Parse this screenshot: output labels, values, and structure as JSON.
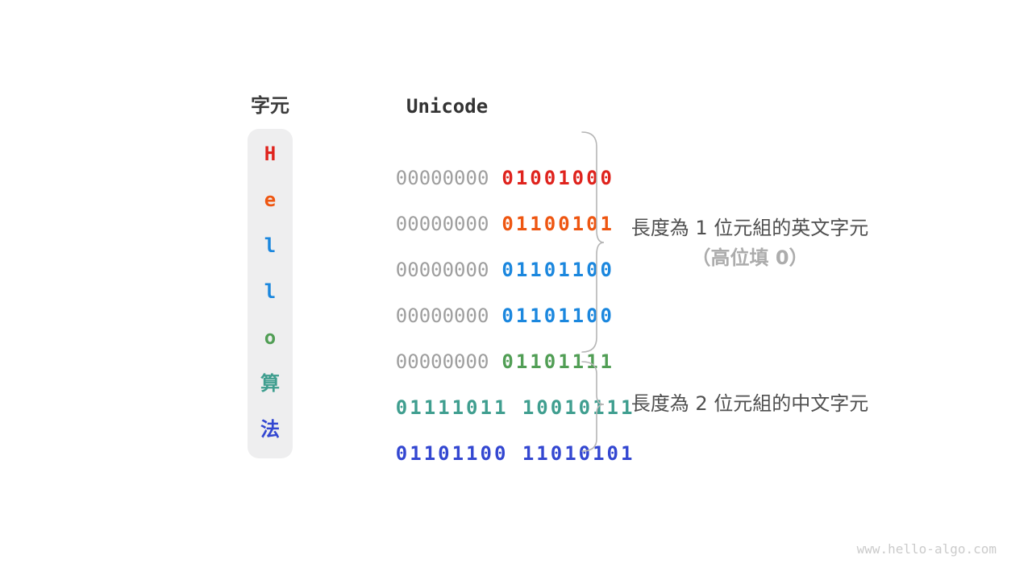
{
  "header": {
    "char_label": "字元",
    "unicode_label": "Unicode"
  },
  "rows": [
    {
      "char": "H",
      "color": "#df231d",
      "pad": "00000000",
      "bits": "01001000"
    },
    {
      "char": "e",
      "color": "#ee5611",
      "pad": "00000000",
      "bits": "01100101"
    },
    {
      "char": "l",
      "color": "#1b87de",
      "pad": "00000000",
      "bits": "01101100"
    },
    {
      "char": "l",
      "color": "#1b87de",
      "pad": "00000000",
      "bits": "01101100"
    },
    {
      "char": "o",
      "color": "#519e55",
      "pad": "00000000",
      "bits": "01101111"
    },
    {
      "char": "算",
      "color": "#3f9e8f",
      "pad": "",
      "bits": "01111011 10010111"
    },
    {
      "char": "法",
      "color": "#3347d1",
      "pad": "",
      "bits": "01101100 11010101"
    }
  ],
  "annotations": [
    {
      "line1": "長度為 1 位元組的英文字元",
      "line2": "（高位填 0）"
    },
    {
      "line1": "長度為 2 位元組的中文字元",
      "line2": ""
    }
  ],
  "watermark": "www.hello-algo.com",
  "palette": {
    "pad_gray": "#9e9e9e",
    "pill_background": "#eeeeef",
    "brace_stroke": "#b5b5b5",
    "header_text": "#3b3b3b",
    "annotation_text": "#4f4f4f",
    "annotation_sub_text": "#acacac",
    "watermark_text": "#cbcbcb"
  }
}
